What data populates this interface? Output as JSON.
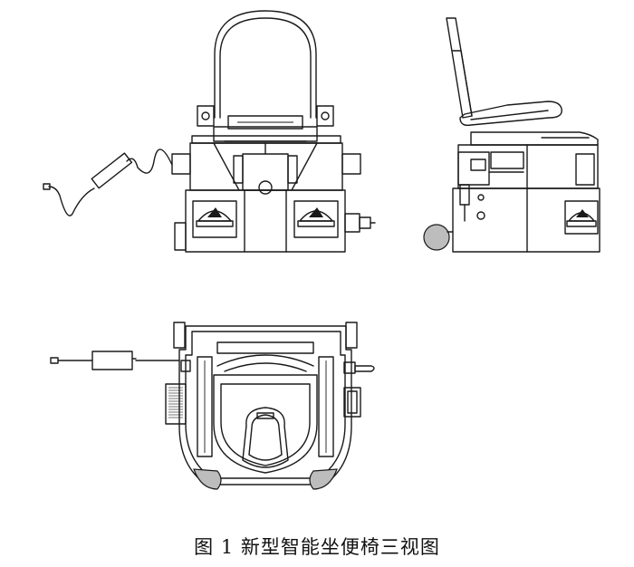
{
  "caption": "图 1  新型智能坐便椅三视图",
  "views": {
    "front": {
      "icon": "front-view-drawing"
    },
    "side": {
      "icon": "side-view-drawing"
    },
    "top": {
      "icon": "top-view-drawing"
    }
  },
  "colors": {
    "line": "#1a1a1a",
    "background": "#ffffff",
    "wheel_fill": "#bdbdbd"
  }
}
